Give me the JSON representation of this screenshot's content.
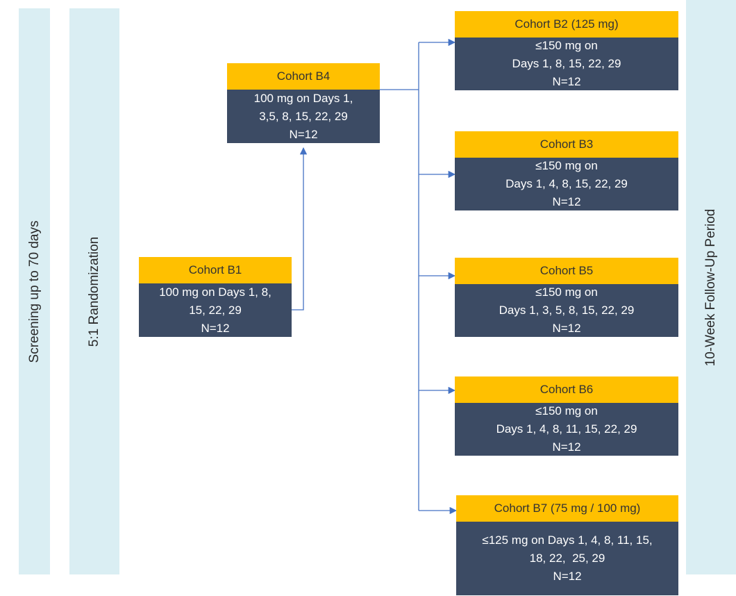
{
  "bands": {
    "screening": "Screening up to 70 days",
    "randomization": "5:1 Randomization",
    "followup": "10-Week Follow-Up Period"
  },
  "cohorts": {
    "b1": {
      "title": "Cohort B1",
      "line1": "100 mg on Days 1, 8,",
      "line2": "15, 22, 29",
      "n": "N=12"
    },
    "b4": {
      "title": "Cohort B4",
      "line1": "100 mg on Days 1,",
      "line2": "3,5, 8, 15, 22, 29",
      "n": "N=12"
    },
    "b2": {
      "title": "Cohort B2 (125 mg)",
      "line1": "≤150 mg on",
      "line2": "Days 1, 8, 15, 22, 29",
      "n": "N=12"
    },
    "b3": {
      "title": "Cohort B3",
      "line1": "≤150 mg on",
      "line2": "Days 1, 4, 8, 15, 22, 29",
      "n": "N=12"
    },
    "b5": {
      "title": "Cohort B5",
      "line1": "≤150 mg on",
      "line2": "Days 1, 3, 5, 8, 15, 22, 29",
      "n": "N=12"
    },
    "b6": {
      "title": "Cohort B6",
      "line1": "≤150 mg on",
      "line2": "Days 1, 4, 8, 11, 15, 22, 29",
      "n": "N=12"
    },
    "b7": {
      "title": "Cohort B7 (75 mg / 100 mg)",
      "line1": "≤125 mg on Days 1, 4, 8, 11, 15,",
      "line2": "18, 22,  25, 29",
      "n": "N=12"
    }
  },
  "colors": {
    "band": "#DAEEF3",
    "title_bg": "#FFC000",
    "body_bg": "#3C4B64",
    "arrow": "#4472C4"
  }
}
